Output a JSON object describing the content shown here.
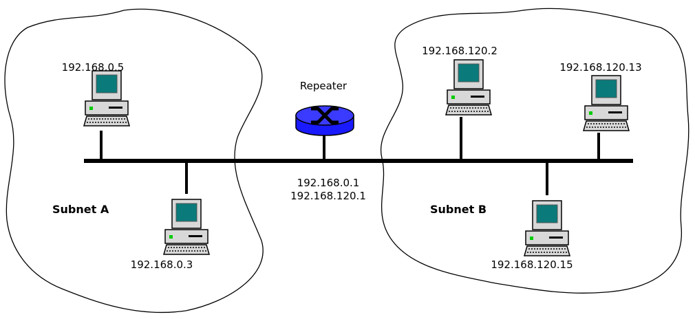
{
  "device_label": "Repeater",
  "repeater_addresses": [
    "192.168.0.1",
    "192.168.120.1"
  ],
  "subnets": [
    {
      "name": "Subnet A",
      "hosts": [
        "192.168.0.5",
        "192.168.0.3"
      ]
    },
    {
      "name": "Subnet B",
      "hosts": [
        "192.168.120.2",
        "192.168.120.13",
        "192.168.120.15"
      ]
    }
  ],
  "colors": {
    "repeater": "#1a1aff",
    "screen": "#0b7a7a",
    "case": "#d8d8d8"
  }
}
